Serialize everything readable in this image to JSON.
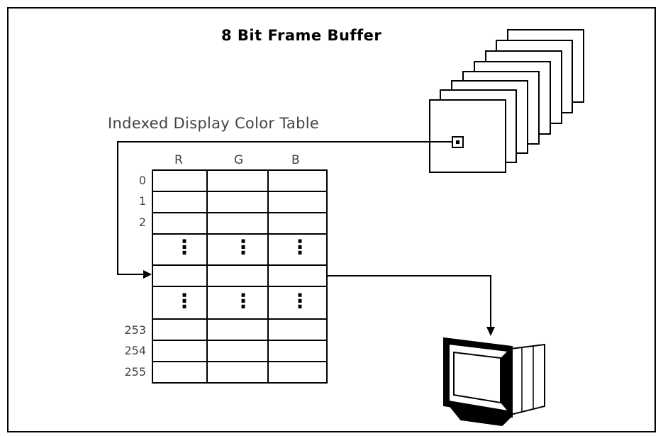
{
  "title": "8 Bit Frame Buffer",
  "table_title": "Indexed Display Color Table",
  "columns": [
    "R",
    "G",
    "B"
  ],
  "row_labels": [
    "0",
    "1",
    "2",
    "253",
    "254",
    "255"
  ],
  "ellipsis_glyph": "⋮",
  "components": {
    "frame_buffer": "stack of bit planes",
    "color_table": "lookup table",
    "monitor": "display"
  }
}
